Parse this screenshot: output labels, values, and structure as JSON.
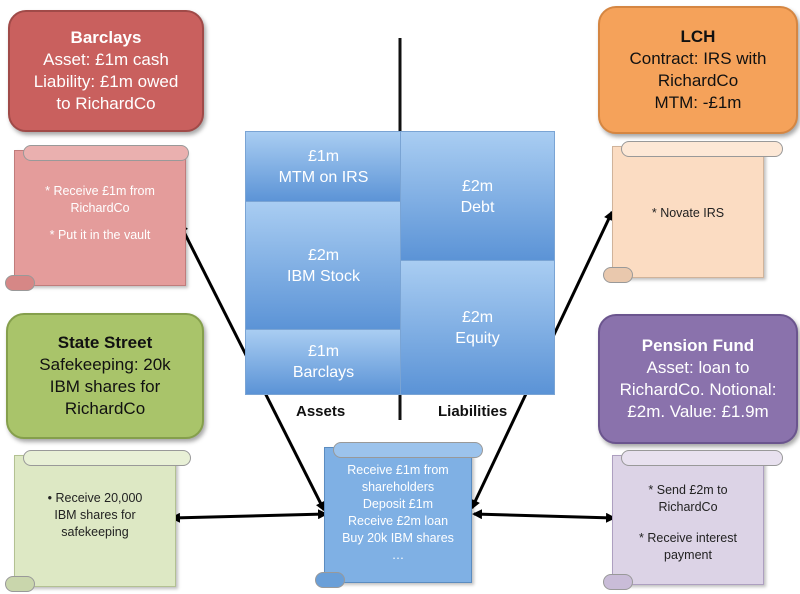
{
  "barclays": {
    "title": "Barclays",
    "lines": [
      "Asset: £1m cash",
      "Liability: £1m owed",
      "to RichardCo"
    ]
  },
  "lch": {
    "title": "LCH",
    "lines": [
      "Contract: IRS with",
      "RichardCo",
      "MTM: -£1m"
    ]
  },
  "state_street": {
    "title": "State Street",
    "lines": [
      "Safekeeping: 20k",
      "IBM shares for",
      "RichardCo"
    ]
  },
  "pension_fund": {
    "title": "Pension Fund",
    "lines": [
      "Asset: loan to",
      "RichardCo. Notional:",
      "£2m. Value: £1.9m"
    ]
  },
  "scrolls": {
    "barclays": [
      "* Receive £1m from",
      "RichardCo",
      "",
      "* Put it in the vault"
    ],
    "lch": [
      "* Novate IRS"
    ],
    "state_street": [
      "•    Receive 20,000",
      "IBM shares for",
      "safekeeping"
    ],
    "pension_fund": [
      "* Send £2m to",
      "RichardCo",
      "",
      "* Receive interest",
      "payment"
    ],
    "richardco": [
      "Receive £1m from",
      "shareholders",
      "Deposit £1m",
      "Receive £2m loan",
      "Buy 20k IBM shares",
      "…"
    ]
  },
  "balance_sheet": {
    "assets_label": "Assets",
    "liabilities_label": "Liabilities",
    "assets": [
      {
        "amount": "£1m",
        "label": "MTM on IRS"
      },
      {
        "amount": "£2m",
        "label": "IBM Stock"
      },
      {
        "amount": "£1m",
        "label": "Barclays"
      }
    ],
    "liabilities": [
      {
        "amount": "£2m",
        "label": "Debt"
      },
      {
        "amount": "£2m",
        "label": "Equity"
      }
    ]
  },
  "colors": {
    "barclays": "#c9605e",
    "lch": "#f5a25a",
    "state_street": "#a9c46a",
    "pension_fund": "#8a72ac",
    "balance_sheet": "#5b93d6"
  }
}
